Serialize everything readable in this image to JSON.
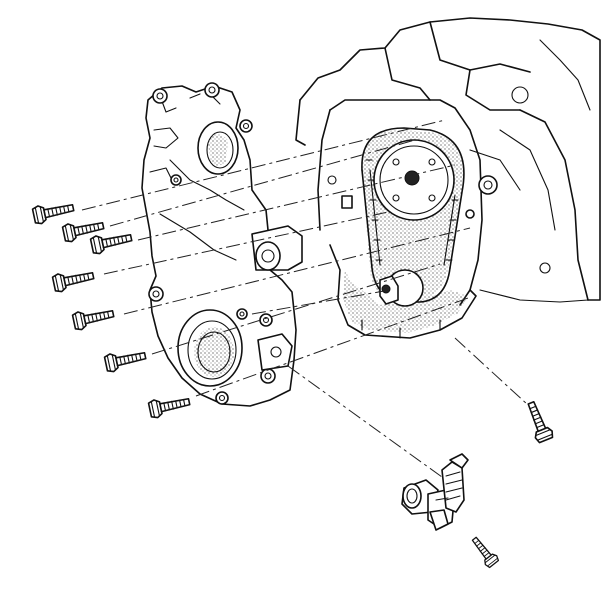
{
  "figure": {
    "labels": []
  },
  "parts": {
    "cover_bolts_count": 7,
    "icons": [
      "engine-block",
      "front-cover",
      "timing-chain",
      "crankshaft-seal",
      "sensor",
      "bolt"
    ]
  },
  "colors": {
    "ink": "#111111",
    "paper": "#ffffff"
  }
}
